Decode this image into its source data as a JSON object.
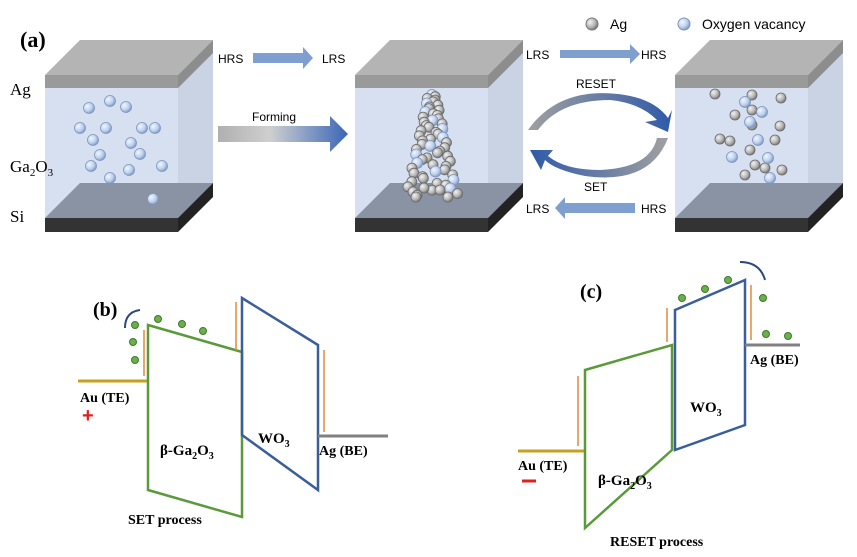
{
  "panel_a": {
    "label": "(a)",
    "layers": {
      "top": "Ag",
      "middle_main": "Ga",
      "middle_sub1": "2",
      "middle_o": "O",
      "middle_sub2": "3",
      "bottom": "Si"
    },
    "legend": {
      "ag": "Ag",
      "vacancy": "Oxygen vacancy"
    },
    "transition1": {
      "from": "HRS",
      "to": "LRS",
      "process": "Forming"
    },
    "transition2_top": {
      "from": "LRS",
      "to": "HRS",
      "process": "RESET"
    },
    "transition2_bottom": {
      "from": "HRS",
      "to": "LRS",
      "process": "SET"
    }
  },
  "panel_b": {
    "label": "(b)",
    "te": "Au (TE)",
    "be": "Ag (BE)",
    "layer1": "β-Ga",
    "layer1_sub1": "2",
    "layer1_o": "O",
    "layer1_sub2": "3",
    "layer2": "WO",
    "layer2_sub": "3",
    "polarity": "+",
    "caption": "SET process"
  },
  "panel_c": {
    "label": "(c)",
    "te": "Au (TE)",
    "be": "Ag (BE)",
    "layer1": "β-Ga",
    "layer1_sub1": "2",
    "layer1_o": "O",
    "layer1_sub2": "3",
    "layer2": "WO",
    "layer2_sub": "3",
    "polarity": "−",
    "caption": "RESET process"
  },
  "colors": {
    "ga2o3_line": "#5a9a3a",
    "wo3_line": "#3a5e9a",
    "au": "#c8a020",
    "ag_be": "#808080",
    "arrow_orange": "#e08a3a",
    "arrow_blue": "#7f9fd0",
    "electron": "#6ab04c",
    "polarity": "#e02020"
  }
}
